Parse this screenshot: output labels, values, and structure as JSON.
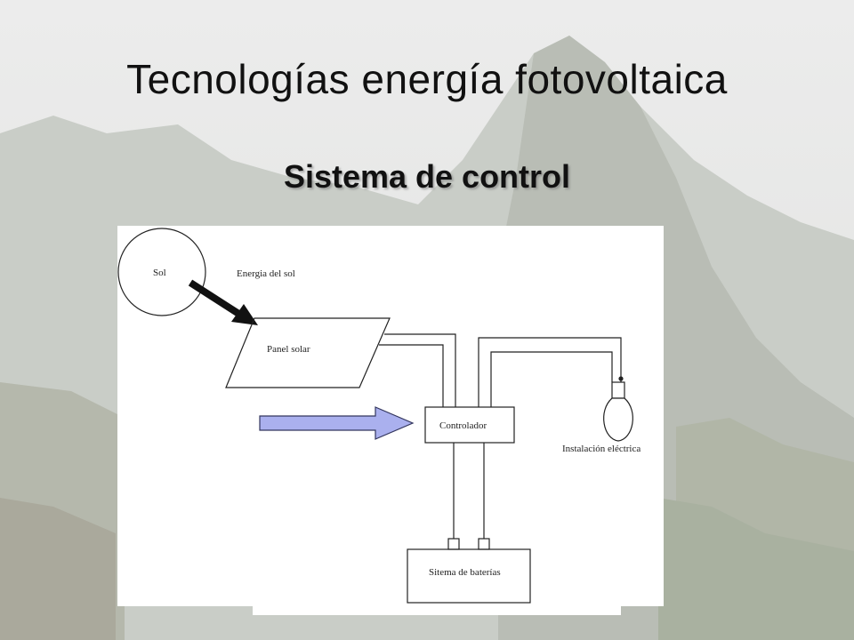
{
  "slide": {
    "title": "Tecnologías energía fotovoltaica",
    "subtitle": "Sistema de control"
  },
  "diagram": {
    "sun_label": "Sol",
    "sun_energy_label": "Energia del sol",
    "panel_label": "Panel solar",
    "controller_label": "Controlador",
    "installation_label": "Instalación eléctrica",
    "battery_label": "Sitema de baterías"
  },
  "colors": {
    "highlight_arrow_fill": "#aab0ee",
    "highlight_arrow_stroke": "#33365e"
  }
}
